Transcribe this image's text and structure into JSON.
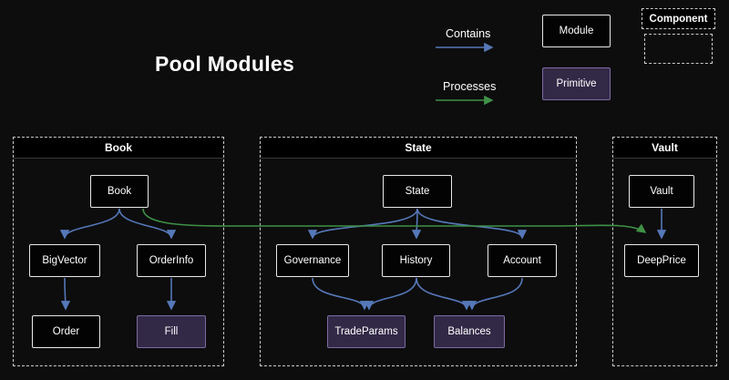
{
  "title": "Pool Modules",
  "legend": {
    "contains": "Contains",
    "processes": "Processes",
    "module": "Module",
    "primitive": "Primitive",
    "component": "Component"
  },
  "containers": {
    "book": "Book",
    "state": "State",
    "vault": "Vault"
  },
  "nodes": {
    "book": "Book",
    "bigvector": "BigVector",
    "orderinfo": "OrderInfo",
    "order": "Order",
    "fill": "Fill",
    "state": "State",
    "governance": "Governance",
    "history": "History",
    "account": "Account",
    "tradeparams": "TradeParams",
    "balances": "Balances",
    "vault": "Vault",
    "deepprice": "DeepPrice"
  },
  "edges": [
    {
      "from": "Book",
      "to": "BigVector",
      "type": "contains"
    },
    {
      "from": "Book",
      "to": "OrderInfo",
      "type": "contains"
    },
    {
      "from": "BigVector",
      "to": "Order",
      "type": "contains"
    },
    {
      "from": "OrderInfo",
      "to": "Fill",
      "type": "contains"
    },
    {
      "from": "State",
      "to": "Governance",
      "type": "contains"
    },
    {
      "from": "State",
      "to": "History",
      "type": "contains"
    },
    {
      "from": "State",
      "to": "Account",
      "type": "contains"
    },
    {
      "from": "Governance",
      "to": "TradeParams",
      "type": "contains"
    },
    {
      "from": "History",
      "to": "TradeParams",
      "type": "contains"
    },
    {
      "from": "History",
      "to": "Balances",
      "type": "contains"
    },
    {
      "from": "Account",
      "to": "Balances",
      "type": "contains"
    },
    {
      "from": "Vault",
      "to": "DeepPrice",
      "type": "contains"
    },
    {
      "from": "Book",
      "to": "Vault",
      "type": "processes"
    }
  ],
  "colors": {
    "background": "#0d0d0d",
    "module_fill": "#030303",
    "module_border": "#e8e8e8",
    "primitive_fill": "#322947",
    "primitive_border": "#7c6ba0",
    "contains_arrow": "#5578b8",
    "processes_arrow": "#3f9147",
    "container_border": "#c9c9c9",
    "header_fill": "#000000",
    "text": "#ffffff"
  }
}
